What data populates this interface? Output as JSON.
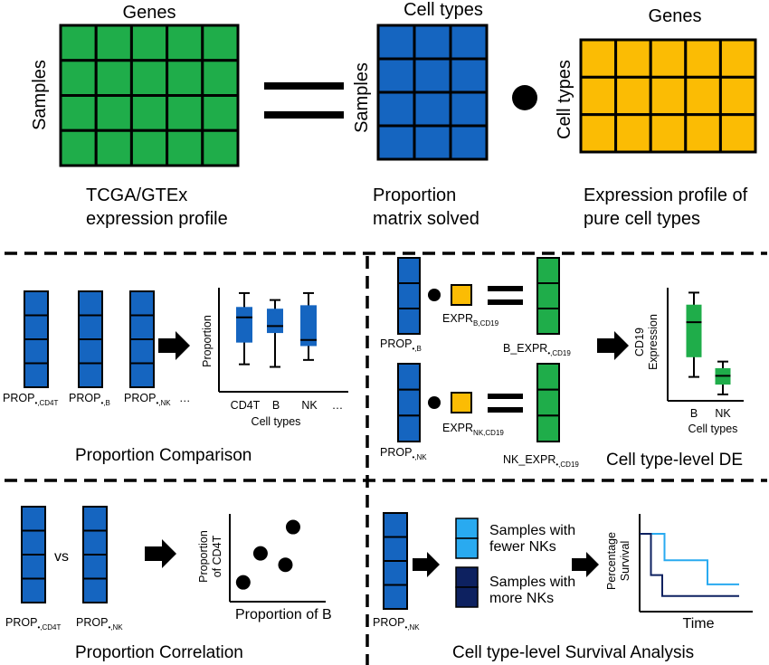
{
  "colors": {
    "green": "#1fad4a",
    "blue": "#1565c0",
    "yellow": "#fbbc04",
    "light_blue": "#29aaf0",
    "navy": "#0d2160",
    "black": "#000000"
  },
  "top": {
    "expr_matrix": {
      "top_label": "Genes",
      "side_label": "Samples",
      "caption_line1": "TCGA/GTEx",
      "caption_line2": "expression profile"
    },
    "prop_matrix": {
      "top_label": "Cell types",
      "side_label": "Samples",
      "caption_line1": "Proportion",
      "caption_line2": "matrix solved"
    },
    "profile_matrix": {
      "top_label": "Genes",
      "side_label": "Cell types",
      "caption_line1": "Expression profile of",
      "caption_line2": "pure cell types"
    }
  },
  "comparison": {
    "title": "Proportion Comparison",
    "vectors": [
      {
        "main": "PROP",
        "sub": "•,CD4T"
      },
      {
        "main": "PROP",
        "sub": "•,B"
      },
      {
        "main": "PROP",
        "sub": "•,NK"
      }
    ],
    "vectors_ellipsis": "…",
    "chart_ylabel": "Proportion",
    "chart_xlabel": "Cell types",
    "categories": [
      "CD4T",
      "B",
      "NK",
      "…"
    ]
  },
  "de": {
    "title": "Cell type-level DE",
    "rows": [
      {
        "prop_main": "PROP",
        "prop_sub": "•,B",
        "expr_main": "EXPR",
        "expr_sub": "B,CD19",
        "result_main": "B_EXPR",
        "result_sub": "•,CD19"
      },
      {
        "prop_main": "PROP",
        "prop_sub": "•,NK",
        "expr_main": "EXPR",
        "expr_sub": "NK,CD19",
        "result_main": "NK_EXPR",
        "result_sub": "•,CD19"
      }
    ],
    "chart_ylabel_line1": "CD19",
    "chart_ylabel_line2": "Expression",
    "chart_xlabel": "Cell types",
    "categories": [
      "B",
      "NK"
    ]
  },
  "correlation": {
    "title": "Proportion Correlation",
    "vs_label": "vs",
    "vectors": [
      {
        "main": "PROP",
        "sub": "•,CD4T"
      },
      {
        "main": "PROP",
        "sub": "•,NK"
      }
    ],
    "chart_ylabel_line1": "Proportion",
    "chart_ylabel_line2": "of CD4T",
    "chart_xlabel": "Proportion of B"
  },
  "survival": {
    "title": "Cell type-level Survival Analysis",
    "vector": {
      "main": "PROP",
      "sub": "•,NK"
    },
    "groups": [
      {
        "line1": "Samples with",
        "line2": "fewer NKs"
      },
      {
        "line1": "Samples with",
        "line2": "more NKs"
      }
    ],
    "chart_ylabel_line1": "Percentage",
    "chart_ylabel_line2": "Survival",
    "chart_xlabel": "Time"
  },
  "chart_data": [
    {
      "type": "box",
      "categories": [
        "CD4T",
        "B",
        "NK",
        "…"
      ],
      "xlabel": "Cell types",
      "ylabel": "Proportion",
      "ylim": [
        0,
        1
      ],
      "boxes": [
        {
          "name": "CD4T",
          "min": 0.16,
          "q1": 0.41,
          "median": 0.7,
          "q3": 0.82,
          "max": 0.98
        },
        {
          "name": "B",
          "min": 0.13,
          "q1": 0.52,
          "median": 0.6,
          "q3": 0.8,
          "max": 0.9
        },
        {
          "name": "NK",
          "min": 0.21,
          "q1": 0.37,
          "median": 0.44,
          "q3": 0.84,
          "max": 0.98
        }
      ]
    },
    {
      "type": "box",
      "categories": [
        "B",
        "NK"
      ],
      "xlabel": "Cell types",
      "ylabel": "CD19 Expression",
      "ylim": [
        0,
        1
      ],
      "boxes": [
        {
          "name": "B",
          "min": 0.21,
          "q1": 0.39,
          "median": 0.71,
          "q3": 0.87,
          "max": 0.98
        },
        {
          "name": "NK",
          "min": 0.05,
          "q1": 0.14,
          "median": 0.22,
          "q3": 0.29,
          "max": 0.35
        }
      ]
    },
    {
      "type": "scatter",
      "xlabel": "Proportion of B",
      "ylabel": "Proportion of CD4T",
      "xlim": [
        0,
        1
      ],
      "ylim": [
        0,
        1
      ],
      "points": [
        {
          "x": 0.14,
          "y": 0.22
        },
        {
          "x": 0.32,
          "y": 0.55
        },
        {
          "x": 0.58,
          "y": 0.42
        },
        {
          "x": 0.66,
          "y": 0.85
        }
      ]
    },
    {
      "type": "line",
      "xlabel": "Time",
      "ylabel": "Percentage Survival",
      "xlim": [
        0,
        1
      ],
      "ylim": [
        0,
        1
      ],
      "series": [
        {
          "name": "Samples with fewer NKs",
          "color": "#29aaf0",
          "steps": [
            [
              0,
              1.0
            ],
            [
              0.22,
              1.0
            ],
            [
              0.22,
              0.66
            ],
            [
              0.6,
              0.66
            ],
            [
              0.6,
              0.35
            ],
            [
              0.88,
              0.35
            ]
          ]
        },
        {
          "name": "Samples with more NKs",
          "color": "#0d2160",
          "steps": [
            [
              0,
              1.0
            ],
            [
              0.1,
              1.0
            ],
            [
              0.1,
              0.47
            ],
            [
              0.2,
              0.47
            ],
            [
              0.2,
              0.2
            ],
            [
              0.88,
              0.2
            ]
          ]
        }
      ]
    }
  ]
}
